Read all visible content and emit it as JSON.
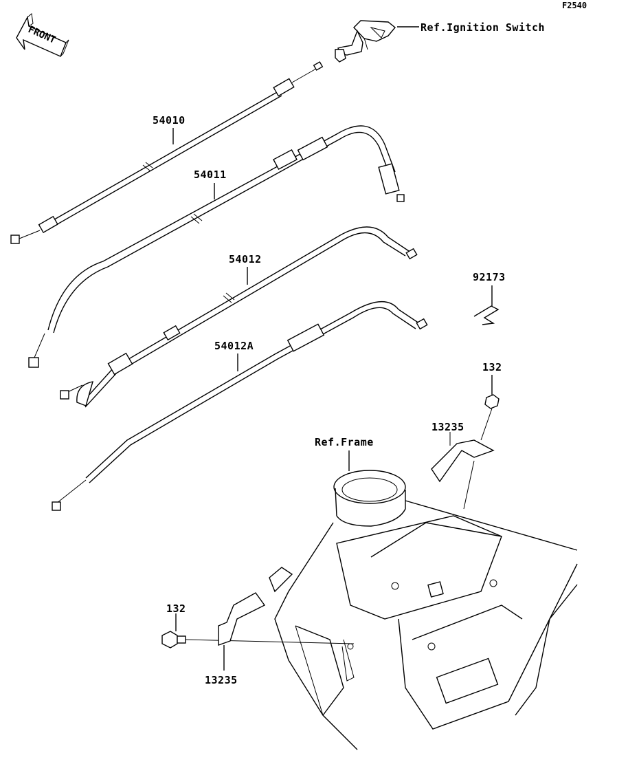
{
  "diagram_code": "F2540",
  "front_arrow_label": "FRONT",
  "labels": {
    "ignition_switch": "Ref.Ignition Switch",
    "cable_54010": "54010",
    "cable_54011": "54011",
    "cable_54012": "54012",
    "cable_54012a": "54012A",
    "clip_92173": "92173",
    "bolt_132_right": "132",
    "bracket_13235_right": "13235",
    "frame": "Ref.Frame",
    "bolt_132_left": "132",
    "bracket_13235_left": "13235"
  }
}
